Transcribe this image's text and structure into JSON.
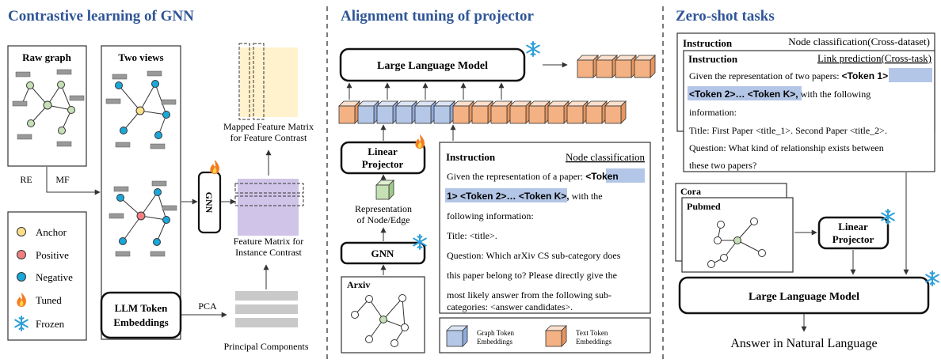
{
  "sections": {
    "contrastive": {
      "title": "Contrastive learning of GNN",
      "raw_graph": "Raw graph",
      "two_views": "Two views",
      "re": "RE",
      "mf": "MF",
      "gnn": "GNN",
      "mapped_matrix": [
        "Mapped Feature Matrix",
        "for Feature Contrast"
      ],
      "feature_matrix": [
        "Feature Matrix for",
        "Instance Contrast"
      ],
      "legend": {
        "anchor": "Anchor",
        "positive": "Positive",
        "negative": "Negative",
        "tuned": "Tuned",
        "frozen": "Frozen"
      },
      "llm_token": [
        "LLM Token",
        "Embeddings"
      ],
      "pca": "PCA",
      "principal_components": "Principal Components"
    },
    "alignment": {
      "title": "Alignment tuning of projector",
      "llm": "Large Language Model",
      "linear_projector": [
        "Linear",
        "Projector"
      ],
      "representation": [
        "Representation",
        "of Node/Edge"
      ],
      "gnn": "GNN",
      "arxiv": "Arxiv",
      "instruction_label": "Instruction",
      "instruction_task": "Node classification",
      "instr_l1_a": "Given the representation of a paper: ",
      "instr_l1_b": "<Token",
      "instr_l2_a": "1> <Token 2>… <Token K>,",
      "instr_l2_b": " with the",
      "instr_l3": "following information:",
      "instr_l4": "Title: <title>.",
      "instr_l5": "Question: Which arXiv CS sub-category does",
      "instr_l6": "this paper belong to? Please directly give the",
      "instr_l7": "most likely answer from the following sub-",
      "instr_l8": "categories: <answer candidates>.",
      "legend_graph": [
        "Graph Token",
        "Embeddings"
      ],
      "legend_text": [
        "Text Token",
        "Embeddings"
      ]
    },
    "zeroshot": {
      "title": "Zero-shot tasks",
      "back_instruction": "Instruction",
      "back_task": "Node classification(Cross-dataset)",
      "front_instruction": "Instruction",
      "front_task": "Link prediction(Cross-task)",
      "l1_a": "Given the representation of two papers: ",
      "l1_b": "<Token 1>",
      "l2_a": "<Token 2>… <Token K>,",
      "l2_b": " with the following",
      "l3": "information:",
      "l4": "Title: First Paper <title_1>. Second Paper <title_2>.",
      "l5": "Question: What kind of relationship exists between",
      "l6": "these two papers?",
      "cora": "Cora",
      "pubmed": "Pubmed",
      "linear_projector": [
        "Linear",
        "Projector"
      ],
      "llm": "Large Language Model",
      "answer": "Answer in Natural Language"
    }
  },
  "colors": {
    "title_blue": "#2f5597",
    "anchor": "#fbe08a",
    "positive": "#f08080",
    "negative": "#1aa7d9",
    "green_node": "#c5e0b4",
    "graph_token": "#b4c7e7",
    "text_token": "#f4b183",
    "feature_yellow": "#fff2cc",
    "feature_purple": "#d0c4e8",
    "highlight": "#b4c6e7"
  },
  "icons": {
    "flame": "flame-icon",
    "snowflake": "snowflake-icon"
  }
}
